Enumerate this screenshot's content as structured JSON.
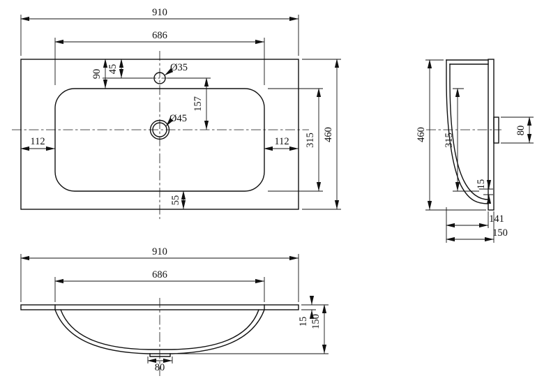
{
  "drawing_title": "washbasin dimension drawing",
  "colors": {
    "line": "#111111",
    "background": "#ffffff"
  },
  "plan_view": {
    "overall_width": "910",
    "basin_opening_width": "686",
    "tap_hole_offset": "90",
    "tap_hole_inset": "45",
    "tap_hole_diameter": "Ø35",
    "drain_hole_diameter": "Ø45",
    "tap_to_drain_distance": "157",
    "left_edge_offset": "112",
    "right_edge_offset": "112",
    "basin_opening_depth": "315",
    "overall_depth": "460",
    "front_edge_offset": "55"
  },
  "side_view": {
    "overall_depth": "460",
    "basin_opening_depth": "315",
    "waste_block_height": "80",
    "bottom_gap": "15",
    "depth_minor": "141",
    "overall_height": "150"
  },
  "front_view": {
    "overall_width": "910",
    "basin_opening_width": "686",
    "top_thickness": "15",
    "overall_height": "150",
    "drain_width": "80"
  }
}
